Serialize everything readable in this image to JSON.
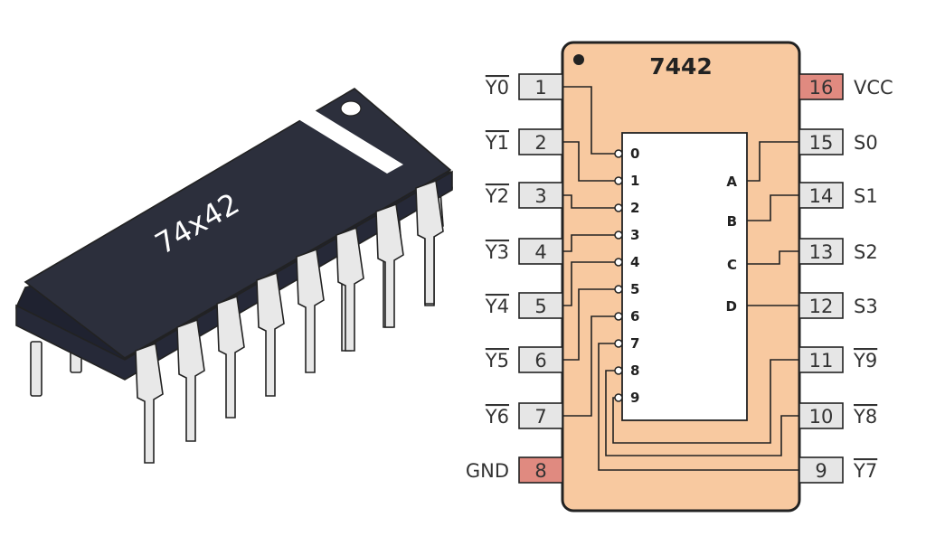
{
  "chip_marking": "74x42",
  "title": "7442",
  "colors": {
    "body_fill": "#f8c9a0",
    "pin_box": "#e6e6e6",
    "power_pin_box": "#e08a80",
    "chip_body": "#2c2f3c"
  },
  "left_pins": [
    {
      "num": "1",
      "label": "Y0",
      "overline": true
    },
    {
      "num": "2",
      "label": "Y1",
      "overline": true
    },
    {
      "num": "3",
      "label": "Y2",
      "overline": true
    },
    {
      "num": "4",
      "label": "Y3",
      "overline": true
    },
    {
      "num": "5",
      "label": "Y4",
      "overline": true
    },
    {
      "num": "6",
      "label": "Y5",
      "overline": true
    },
    {
      "num": "7",
      "label": "Y6",
      "overline": true
    },
    {
      "num": "8",
      "label": "GND",
      "overline": false
    }
  ],
  "right_pins": [
    {
      "num": "16",
      "label": "VCC",
      "overline": false
    },
    {
      "num": "15",
      "label": "S0",
      "overline": false
    },
    {
      "num": "14",
      "label": "S1",
      "overline": false
    },
    {
      "num": "13",
      "label": "S2",
      "overline": false
    },
    {
      "num": "12",
      "label": "S3",
      "overline": false
    },
    {
      "num": "11",
      "label": "Y9",
      "overline": true
    },
    {
      "num": "10",
      "label": "Y8",
      "overline": true
    },
    {
      "num": "9",
      "label": "Y7",
      "overline": true
    }
  ],
  "inner_outputs": [
    "0",
    "1",
    "2",
    "3",
    "4",
    "5",
    "6",
    "7",
    "8",
    "9"
  ],
  "inner_inputs": [
    "A",
    "B",
    "C",
    "D"
  ]
}
